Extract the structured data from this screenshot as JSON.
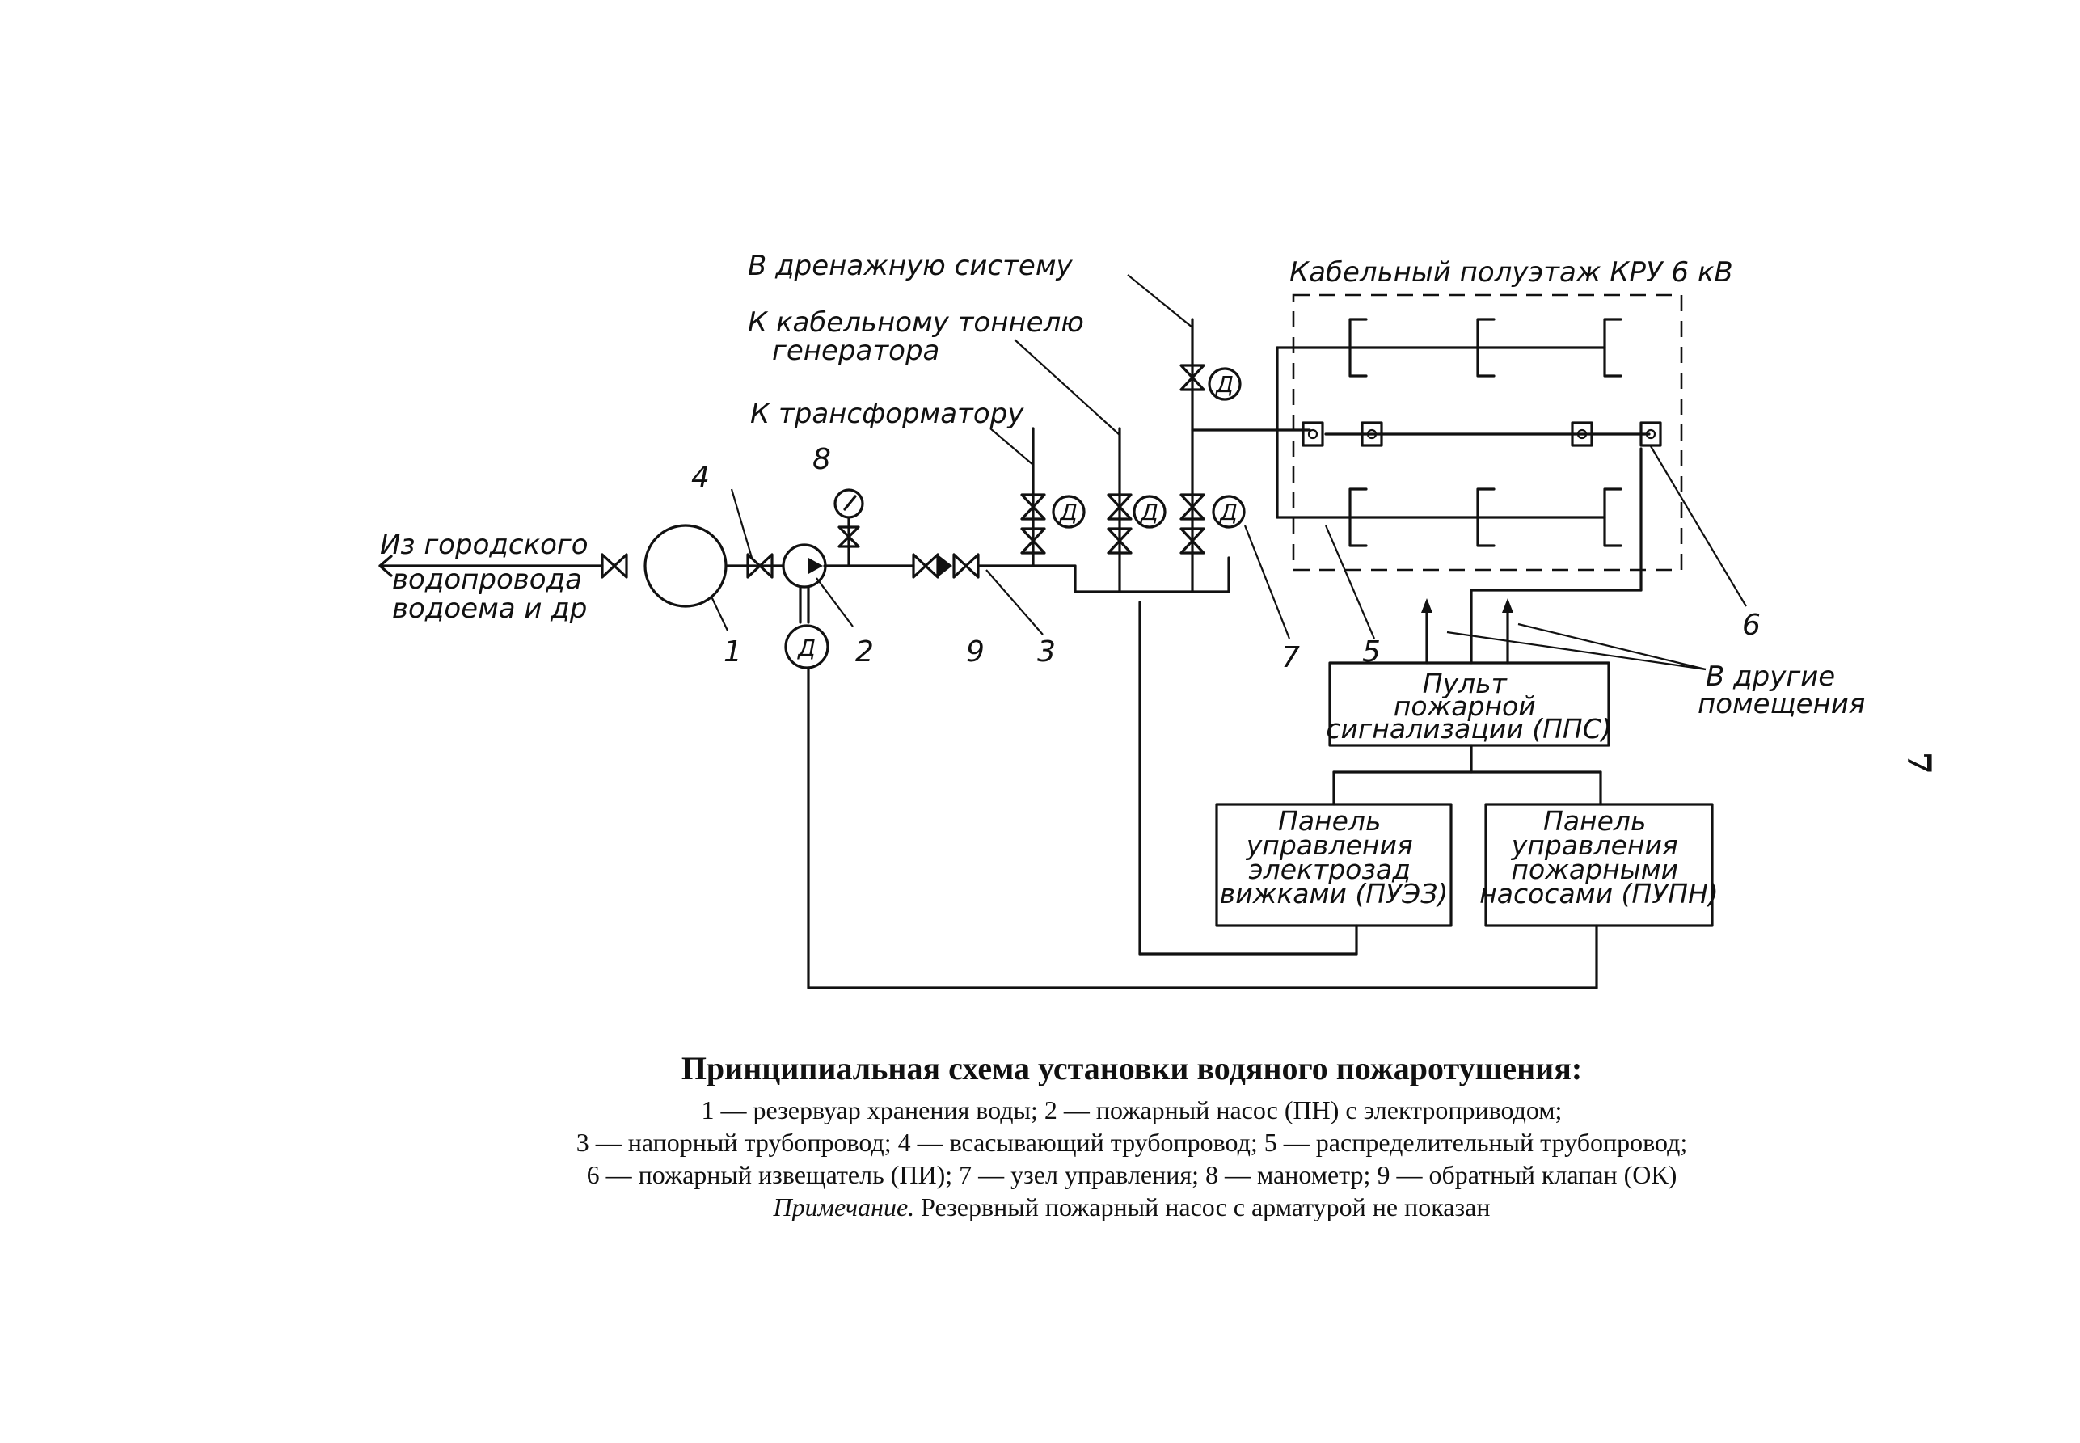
{
  "labels": {
    "drain": "В дренажную систему",
    "cable_tunnel_1": "К кабельному тоннелю",
    "cable_tunnel_2": "генератора",
    "transformer": "К трансформатору",
    "city_water_1": "Из городского",
    "city_water_2": "водопровода",
    "city_water_3": "водоема и др",
    "cable_floor": "Кабельный полуэтаж КРУ 6 кВ",
    "other_rooms_1": "В другие",
    "other_rooms_2": "помещения",
    "drive_letter": "Д"
  },
  "numbers": {
    "n1": "1",
    "n2": "2",
    "n3": "3",
    "n4": "4",
    "n5": "5",
    "n6": "6",
    "n7": "7",
    "n8": "8",
    "n9": "9"
  },
  "blocks": {
    "pps": [
      "Пульт",
      "пожарной",
      "сигнализации (ППС)"
    ],
    "puez": [
      "Панель",
      "управления",
      "электрозад",
      "вижками (ПУЭЗ)"
    ],
    "pupn": [
      "Панель",
      "управления",
      "пожарными",
      "насосами (ПУПН)"
    ]
  },
  "page_number": "7",
  "caption": {
    "title": "Принципиальная схема установки водяного пожаротушения:",
    "lines": [
      "1 — резервуар хранения воды; 2 — пожарный насос (ПН) с электроприводом;",
      "3 — напорный трубопровод; 4 — всасывающий трубопровод; 5 — распределительный трубопровод;",
      "6 — пожарный извещатель (ПИ); 7 — узел управления; 8 — манометр; 9 — обратный клапан (ОК)"
    ],
    "note_label": "Примечание.",
    "note_text": "Резервный пожарный насос с арматурой не показан"
  }
}
